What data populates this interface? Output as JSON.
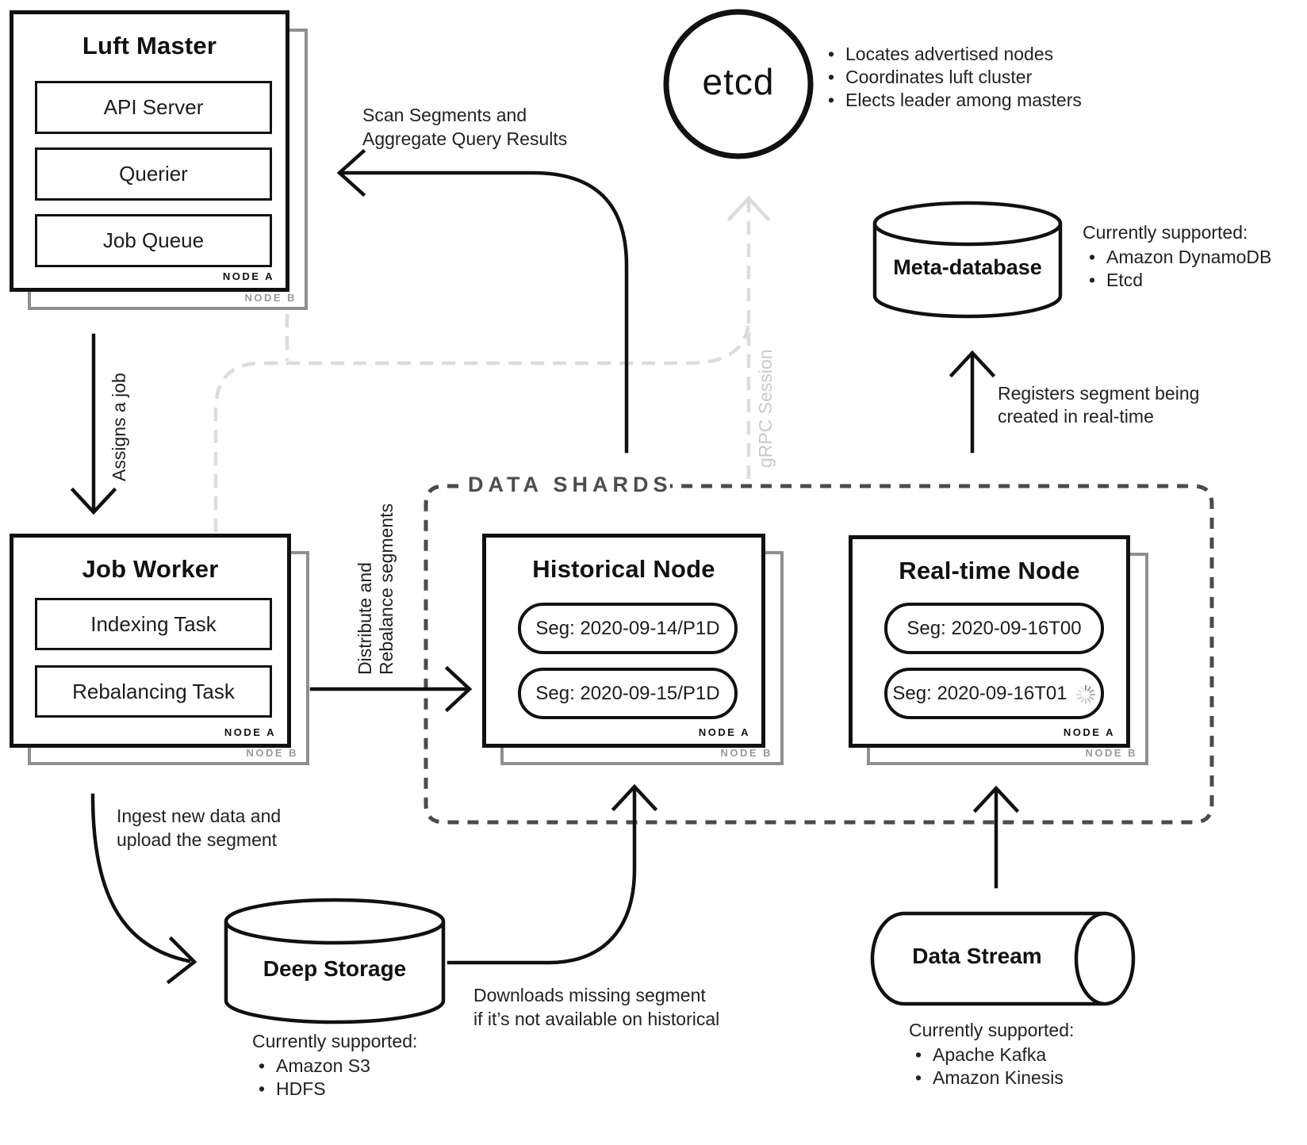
{
  "luft_master": {
    "title": "Luft Master",
    "components": [
      "API Server",
      "Querier",
      "Job Queue"
    ],
    "node_a": "NODE A",
    "node_b": "NODE B"
  },
  "job_worker": {
    "title": "Job Worker",
    "components": [
      "Indexing Task",
      "Rebalancing Task"
    ],
    "node_a": "NODE A",
    "node_b": "NODE B"
  },
  "etcd": {
    "label": "etcd",
    "bullets": [
      "Locates advertised nodes",
      "Coordinates luft cluster",
      "Elects leader among masters"
    ]
  },
  "meta_database": {
    "title": "Meta-database",
    "supported_heading": "Currently supported:",
    "supported": [
      "Amazon DynamoDB",
      "Etcd"
    ]
  },
  "data_shards": {
    "label": "DATA SHARDS",
    "historical_node": {
      "title": "Historical Node",
      "segments": [
        "Seg: 2020-09-14/P1D",
        "Seg: 2020-09-15/P1D"
      ],
      "node_a": "NODE A",
      "node_b": "NODE B"
    },
    "realtime_node": {
      "title": "Real-time Node",
      "segments": [
        "Seg: 2020-09-16T00",
        "Seg: 2020-09-16T01"
      ],
      "node_a": "NODE A",
      "node_b": "NODE B"
    }
  },
  "deep_storage": {
    "title": "Deep Storage",
    "supported_heading": "Currently supported:",
    "supported": [
      "Amazon S3",
      "HDFS"
    ]
  },
  "data_stream": {
    "title": "Data Stream",
    "supported_heading": "Currently supported:",
    "supported": [
      "Apache Kafka",
      "Amazon Kinesis"
    ]
  },
  "edges": {
    "assigns_job": "Assigns a job",
    "scan_segments": "Scan Segments and\nAggregate Query Results",
    "grpc_session": "gRPC Session",
    "distribute": "Distribute and\nRebalance segments",
    "ingest": "Ingest new data and\nupload the segment",
    "downloads": "Downloads missing segment\nif it’s not available on historical",
    "registers": "Registers segment being\ncreated in real-time"
  },
  "colors": {
    "stroke": "#111111",
    "node_b_gray": "#8f8f8f",
    "grpc_dashed": "#dcdcdc",
    "shards_dashed": "#4b4b4b"
  }
}
